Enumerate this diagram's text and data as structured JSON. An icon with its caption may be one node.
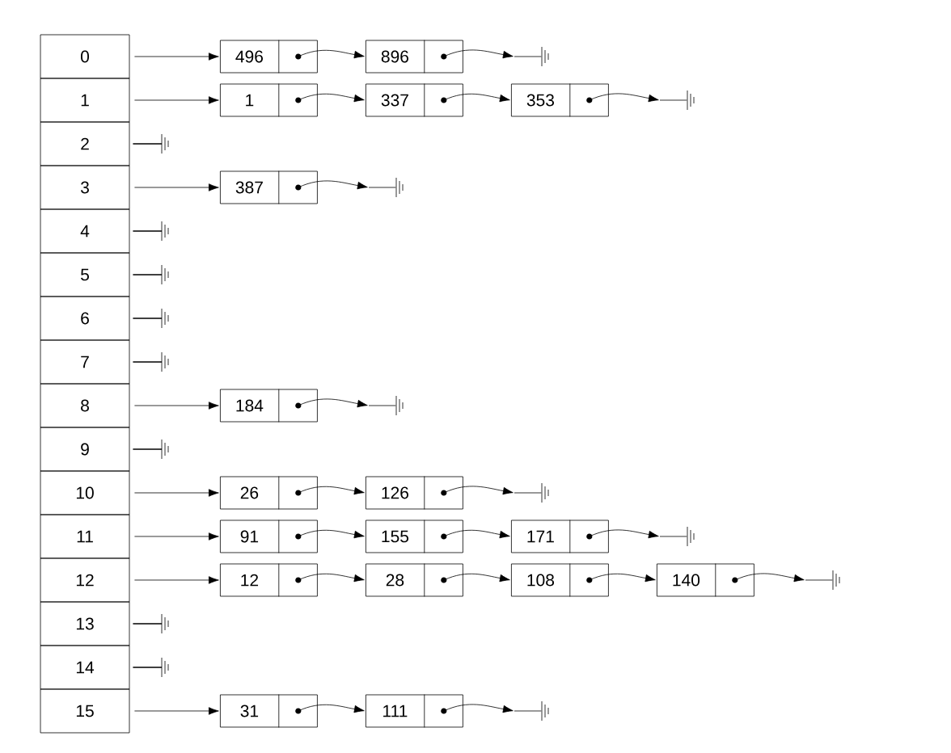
{
  "diagram": {
    "nodes": [
      {
        "text": [
          "0"
        ]
      },
      {
        "text": [
          "1"
        ]
      },
      {
        "text": [
          "2"
        ]
      },
      {
        "text": [
          "3"
        ]
      },
      {
        "text": [
          "4"
        ]
      },
      {
        "text": [
          "5"
        ]
      },
      {
        "text": [
          "6"
        ]
      },
      {
        "text": [
          "7"
        ]
      },
      {
        "text": [
          "8"
        ]
      },
      {
        "text": [
          "9"
        ]
      },
      {
        "text": [
          "10"
        ]
      },
      {
        "text": [
          "11"
        ]
      },
      {
        "text": [
          "12"
        ]
      },
      {
        "text": [
          "13"
        ]
      },
      {
        "text": [
          "14"
        ]
      },
      {
        "text": [
          "15"
        ]
      },
      {
        "text": [
          "496"
        ]
      },
      {
        "text": [
          "896"
        ]
      },
      {
        "text": [],
        "shape": "ground"
      },
      {
        "text": [
          "1"
        ]
      },
      {
        "text": [
          "337"
        ]
      },
      {
        "text": [
          "353"
        ]
      },
      {
        "text": [],
        "shape": "ground"
      },
      {
        "text": [],
        "shape": "ground"
      },
      {
        "text": [
          "387"
        ]
      },
      {
        "text": [],
        "shape": "ground"
      },
      {
        "text": [],
        "shape": "ground"
      },
      {
        "text": [],
        "shape": "ground"
      },
      {
        "text": [],
        "shape": "ground"
      },
      {
        "text": [],
        "shape": "ground"
      },
      {
        "text": [
          "184"
        ]
      },
      {
        "text": [],
        "shape": "ground"
      },
      {
        "text": [],
        "shape": "ground"
      },
      {
        "text": [
          "26"
        ]
      },
      {
        "text": [
          "126"
        ]
      },
      {
        "text": [],
        "shape": "ground"
      },
      {
        "text": [
          "91"
        ]
      },
      {
        "text": [
          "155"
        ]
      },
      {
        "text": [
          "171"
        ]
      },
      {
        "text": [],
        "shape": "ground"
      },
      {
        "text": [
          "12"
        ]
      },
      {
        "text": [
          "28"
        ]
      },
      {
        "text": [
          "108"
        ]
      },
      {
        "text": [
          "140"
        ]
      },
      {
        "text": [],
        "shape": "ground"
      },
      {
        "text": [],
        "shape": "ground"
      },
      {
        "text": [],
        "shape": "ground"
      },
      {
        "text": [
          "31"
        ]
      },
      {
        "text": [
          "111"
        ]
      },
      {
        "text": [],
        "shape": "ground"
      }
    ],
    "edges": [
      {
        "from": 0,
        "to": 16,
        "arrow": "to"
      },
      {
        "from": 16,
        "to": 17,
        "arrow": "to"
      },
      {
        "from": 17,
        "to": 18,
        "arrow": "to"
      },
      {
        "from": 1,
        "to": 19,
        "arrow": "to"
      },
      {
        "from": 19,
        "to": 20,
        "arrow": "to"
      },
      {
        "from": 20,
        "to": 21,
        "arrow": "to"
      },
      {
        "from": 21,
        "to": 22,
        "arrow": "to"
      },
      {
        "from": 2,
        "to": 23,
        "arrow": "none"
      },
      {
        "from": 3,
        "to": 24,
        "arrow": "to"
      },
      {
        "from": 24,
        "to": 25,
        "arrow": "to"
      },
      {
        "from": 4,
        "to": 26,
        "arrow": "none"
      },
      {
        "from": 5,
        "to": 27,
        "arrow": "none"
      },
      {
        "from": 6,
        "to": 28,
        "arrow": "none"
      },
      {
        "from": 7,
        "to": 29,
        "arrow": "none"
      },
      {
        "from": 8,
        "to": 30,
        "arrow": "to"
      },
      {
        "from": 30,
        "to": 31,
        "arrow": "to"
      },
      {
        "from": 9,
        "to": 32,
        "arrow": "none"
      },
      {
        "from": 10,
        "to": 33,
        "arrow": "to"
      },
      {
        "from": 33,
        "to": 34,
        "arrow": "to"
      },
      {
        "from": 34,
        "to": 35,
        "arrow": "to"
      },
      {
        "from": 11,
        "to": 36,
        "arrow": "to"
      },
      {
        "from": 36,
        "to": 37,
        "arrow": "to"
      },
      {
        "from": 37,
        "to": 38,
        "arrow": "to"
      },
      {
        "from": 38,
        "to": 39,
        "arrow": "to"
      },
      {
        "from": 12,
        "to": 40,
        "arrow": "to"
      },
      {
        "from": 40,
        "to": 41,
        "arrow": "to"
      },
      {
        "from": 41,
        "to": 42,
        "arrow": "to"
      },
      {
        "from": 42,
        "to": 43,
        "arrow": "to"
      },
      {
        "from": 43,
        "to": 44,
        "arrow": "to"
      },
      {
        "from": 13,
        "to": 45,
        "arrow": "none"
      },
      {
        "from": 14,
        "to": 46,
        "arrow": "none"
      },
      {
        "from": 15,
        "to": 47,
        "arrow": "to"
      },
      {
        "from": 47,
        "to": 48,
        "arrow": "to"
      },
      {
        "from": 48,
        "to": 49,
        "arrow": "to"
      }
    ]
  }
}
